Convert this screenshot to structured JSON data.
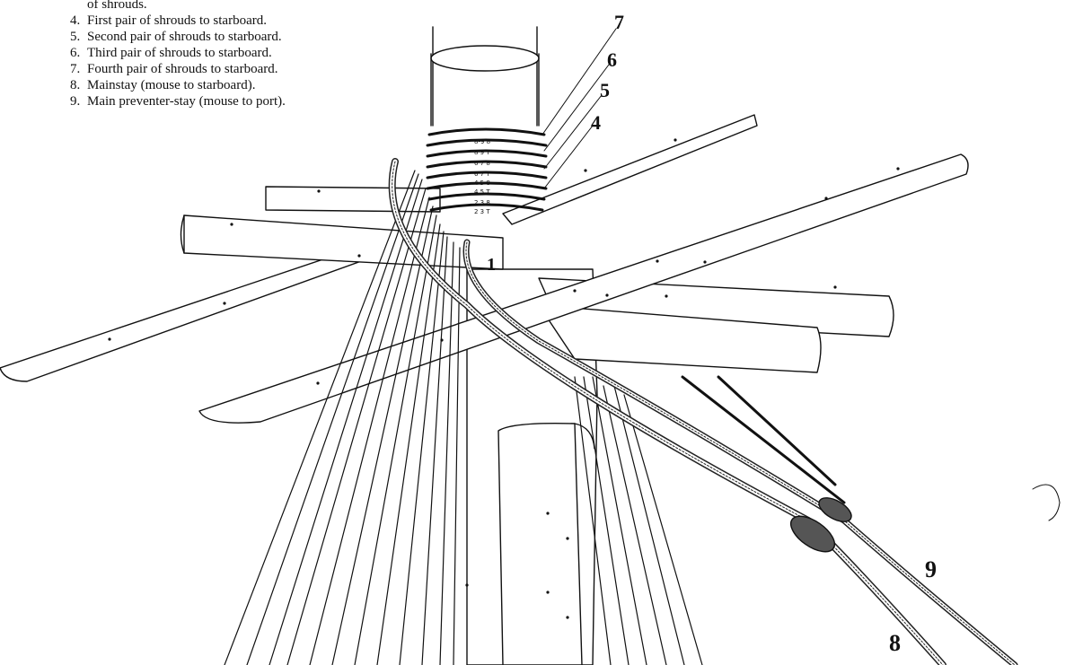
{
  "legend": {
    "continuation": "of shrouds.",
    "items": [
      {
        "num": "4.",
        "text": "First pair of shrouds to starboard."
      },
      {
        "num": "5.",
        "text": "Second pair of shrouds to starboard."
      },
      {
        "num": "6.",
        "text": "Third pair of shrouds to starboard."
      },
      {
        "num": "7.",
        "text": "Fourth pair of shrouds to starboard."
      },
      {
        "num": "8.",
        "text": "Mainstay (mouse to starboard)."
      },
      {
        "num": "9.",
        "text": "Main preventer-stay (mouse to port)."
      }
    ]
  },
  "callouts": {
    "c7": "7",
    "c6": "6",
    "c5": "5",
    "c4": "4",
    "c1": "1",
    "c9": "9",
    "c8": "8"
  },
  "masthead_labels": [
    "8-9 8",
    "8 9 T",
    "6 7 8",
    "6 7 T",
    "4 5 8",
    "4 5 T",
    "2 3 8",
    "2 3 T"
  ]
}
